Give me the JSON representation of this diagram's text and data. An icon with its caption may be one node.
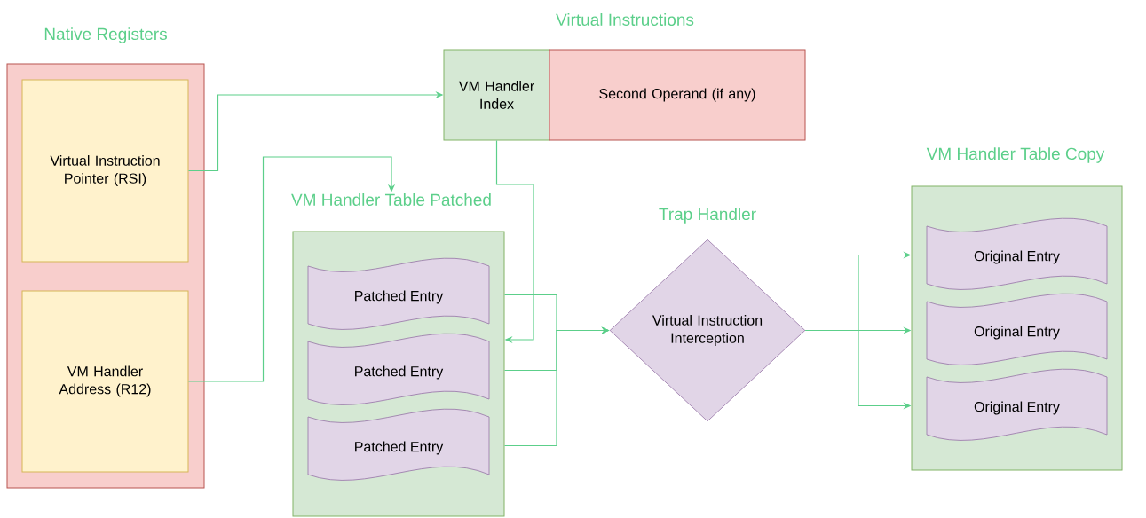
{
  "diagram": {
    "nodes": [
      {
        "text": [
          "Native Registers"
        ]
      },
      {
        "text": [
          "Virtual Instruction Pointer (RSI)"
        ],
        "in": 0
      },
      {
        "text": [
          "VM Handler Address (R12)"
        ],
        "in": 0
      },
      {
        "text": [
          "VM Handler Index"
        ]
      },
      {
        "text": [
          "Second Operand (if any)"
        ]
      },
      {
        "text": [
          "VM Handler Table Patched"
        ]
      },
      {
        "text": [
          "Patched Entry"
        ],
        "in": 5
      },
      {
        "text": [
          "Patched Entry"
        ],
        "in": 5
      },
      {
        "text": [
          "Patched Entry"
        ],
        "in": 5
      },
      {
        "text": [
          "Trap Handler",
          "Virtual Instruction Interception"
        ]
      },
      {
        "text": [
          "VM Handler Table Copy"
        ]
      },
      {
        "text": [
          "Original Entry"
        ],
        "in": 10
      },
      {
        "text": [
          "Original Entry"
        ],
        "in": 10
      },
      {
        "text": [
          "Original Entry"
        ],
        "in": 10
      }
    ],
    "edges": [
      {
        "from": 1,
        "to": 3,
        "arrow": "to"
      },
      {
        "from": 2,
        "to": 5,
        "arrow": "to"
      },
      {
        "from": 3,
        "to": 5,
        "arrow": "to"
      },
      {
        "from": 6,
        "to": 9,
        "arrow": "to"
      },
      {
        "from": 7,
        "to": 9,
        "arrow": "to"
      },
      {
        "from": 8,
        "to": 9,
        "arrow": "to"
      },
      {
        "from": 9,
        "to": 11,
        "arrow": "to"
      },
      {
        "from": 9,
        "to": 12,
        "arrow": "to"
      },
      {
        "from": 9,
        "to": 13,
        "arrow": "to"
      }
    ],
    "labels": [
      "Virtual Instructions"
    ]
  }
}
